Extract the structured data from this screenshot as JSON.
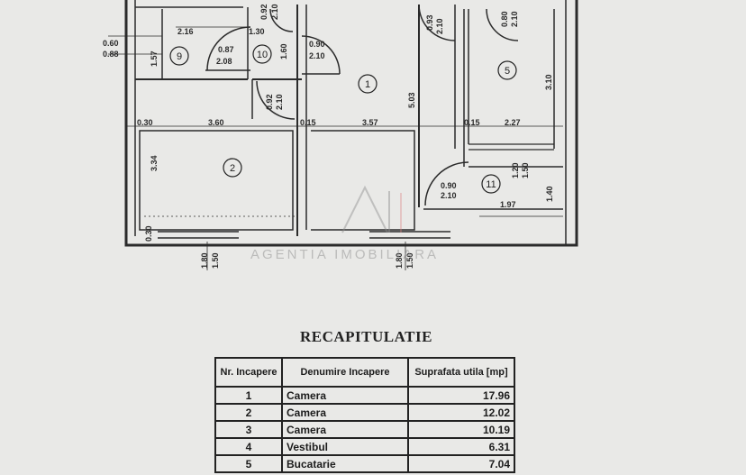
{
  "plan": {
    "top_dims": {
      "d_216": "2.16",
      "d_130": "1.30",
      "d_092_top": "0.92",
      "d_210_top": "2.10",
      "d_093": "0.93",
      "d_210_b": "2.10",
      "d_080": "0.80",
      "d_210_c": "2.10"
    },
    "left_dims": {
      "d_060": "0.60",
      "d_088": "0.88",
      "d_157": "1.57",
      "d_334": "3.34",
      "d_030_bottom": "0.30"
    },
    "room_labels": [
      "9",
      "10",
      "1",
      "5",
      "2",
      "11"
    ],
    "door_dims": {
      "d_087": "0.87",
      "d_208": "2.08",
      "d_160": "1.60",
      "d_090": "0.90",
      "d_210_d": "2.10",
      "d_092": "0.92",
      "d_210_e": "2.10",
      "d_090b": "0.90",
      "d_210_f": "2.10"
    },
    "mid_dims": {
      "d_030": "0.30",
      "d_360": "3.60",
      "d_015a": "0.15",
      "d_357": "3.57",
      "d_503": "5.03",
      "d_015b": "0.15",
      "d_227": "2.27",
      "d_310": "3.10"
    },
    "right_dims": {
      "d_120": "1.20",
      "d_150": "1.50",
      "d_140": "1.40",
      "d_197": "1.97"
    },
    "bottom_dims": {
      "d_180a": "1.80",
      "d_150a": "1.50",
      "d_180b": "1.80",
      "d_150b": "1.50"
    }
  },
  "watermark": {
    "text": "AGENTIA IMOBILIARA"
  },
  "recap": {
    "title": "RECAPITULATIE",
    "headers": {
      "nr": "Nr. Incapere",
      "name": "Denumire Incapere",
      "area": "Suprafata utila [mp]"
    },
    "rows": [
      {
        "nr": "1",
        "name": "Camera",
        "area": "17.96"
      },
      {
        "nr": "2",
        "name": "Camera",
        "area": "12.02"
      },
      {
        "nr": "3",
        "name": "Camera",
        "area": "10.19"
      },
      {
        "nr": "4",
        "name": "Vestibul",
        "area": "6.31"
      },
      {
        "nr": "5",
        "name": "Bucatarie",
        "area": "7.04"
      }
    ]
  }
}
